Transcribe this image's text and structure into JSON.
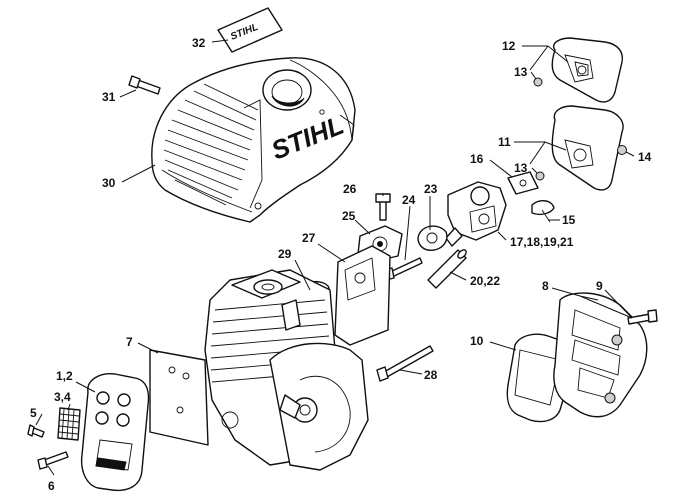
{
  "brand": {
    "logo_text": "STIHL",
    "decal_text": "STIHL"
  },
  "callouts": [
    {
      "id": "c32",
      "label": "32"
    },
    {
      "id": "c31",
      "label": "31"
    },
    {
      "id": "c30",
      "label": "30"
    },
    {
      "id": "c12",
      "label": "12"
    },
    {
      "id": "c13a",
      "label": "13"
    },
    {
      "id": "c11",
      "label": "11"
    },
    {
      "id": "c13b",
      "label": "13"
    },
    {
      "id": "c14",
      "label": "14"
    },
    {
      "id": "c16",
      "label": "16"
    },
    {
      "id": "c15",
      "label": "15"
    },
    {
      "id": "c17",
      "label": "17,18,19,21"
    },
    {
      "id": "c26",
      "label": "26"
    },
    {
      "id": "c23",
      "label": "23"
    },
    {
      "id": "c24",
      "label": "24"
    },
    {
      "id": "c25",
      "label": "25"
    },
    {
      "id": "c27",
      "label": "27"
    },
    {
      "id": "c29",
      "label": "29"
    },
    {
      "id": "c20",
      "label": "20,22"
    },
    {
      "id": "c8",
      "label": "8"
    },
    {
      "id": "c9",
      "label": "9"
    },
    {
      "id": "c10",
      "label": "10"
    },
    {
      "id": "c7",
      "label": "7"
    },
    {
      "id": "c28",
      "label": "28"
    },
    {
      "id": "c1",
      "label": "1,2"
    },
    {
      "id": "c3",
      "label": "3,4"
    },
    {
      "id": "c5",
      "label": "5"
    },
    {
      "id": "c6",
      "label": "6"
    }
  ]
}
